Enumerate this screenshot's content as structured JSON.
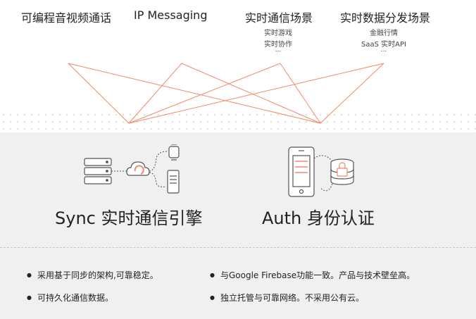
{
  "top": {
    "col1": {
      "title": "可编程音视频通话"
    },
    "col2": {
      "title": "IP Messaging"
    },
    "col3": {
      "title": "实时通信场景",
      "items": [
        "实时游戏",
        "实时协作",
        "..."
      ]
    },
    "col4": {
      "title": "实时数据分发场景",
      "items": [
        "金融行情",
        "SaaS 实时API"
      ]
    }
  },
  "engines": {
    "sync": {
      "title": "Sync 实时通信引擎"
    },
    "auth": {
      "title": "Auth 身份认证"
    }
  },
  "bullets": {
    "left": [
      "采用基于同步的架构,可靠稳定。",
      "可持久化通信数据。"
    ],
    "right": [
      "与Google  Firebase功能一致。产品与技术壁垒高。",
      "独立托管与可靠网络。不采用公有云。"
    ]
  },
  "colors": {
    "accent": "#f08a6b",
    "line_gray": "#555555"
  },
  "icons": [
    "server-stack-icon",
    "cloud-sync-icon",
    "smartwatch-icon",
    "smartphone-icon",
    "phone-login-icon",
    "database-lock-icon"
  ]
}
